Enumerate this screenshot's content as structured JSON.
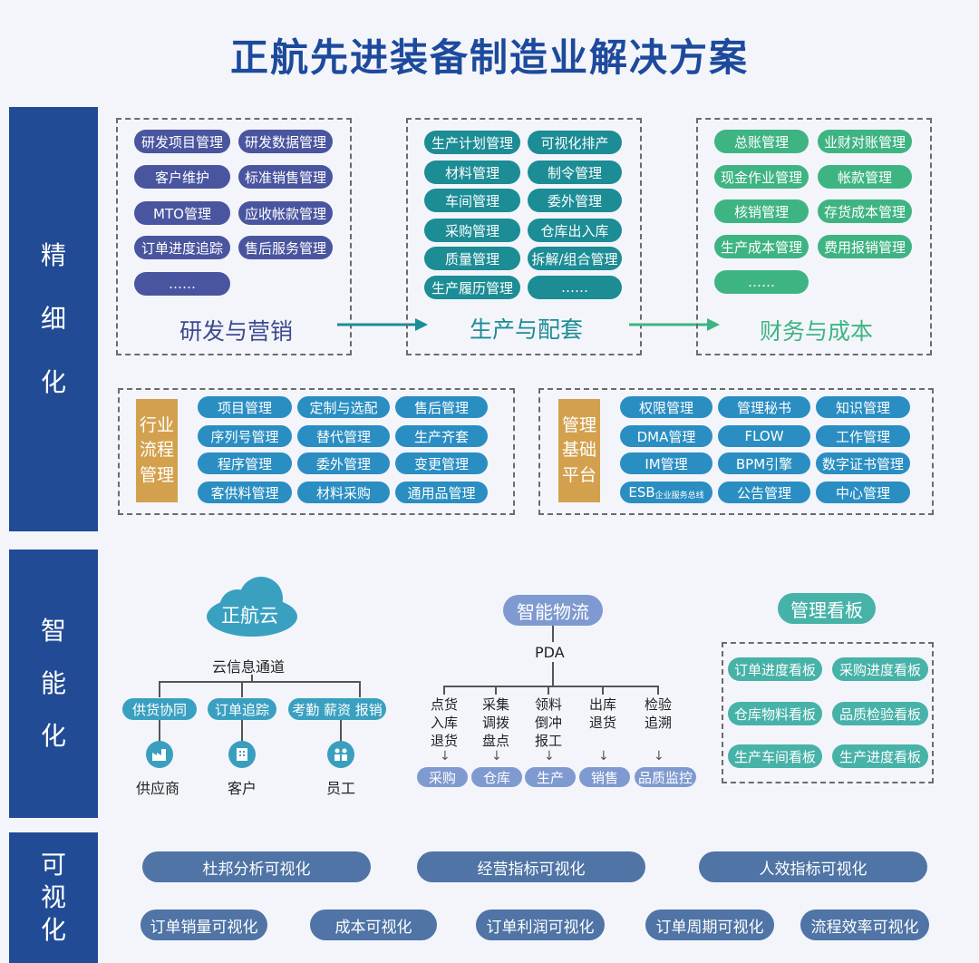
{
  "title": "正航先进装备制造业解决方案",
  "bands": {
    "refine": [
      "精",
      "细",
      "化"
    ],
    "smart": [
      "智",
      "能",
      "化"
    ],
    "visual": [
      "可",
      "视",
      "化"
    ]
  },
  "rd_marketing": {
    "label": "研发与营销",
    "items": [
      "研发项目管理",
      "研发数据管理",
      "客户维护",
      "标准销售管理",
      "MTO管理",
      "应收帐款管理",
      "订单进度追踪",
      "售后服务管理",
      "……"
    ]
  },
  "production": {
    "label": "生产与配套",
    "items": [
      "生产计划管理",
      "可视化排产",
      "材料管理",
      "制令管理",
      "车间管理",
      "委外管理",
      "采购管理",
      "仓库出入库",
      "质量管理",
      "拆解/组合管理",
      "生产履历管理",
      "……"
    ]
  },
  "finance": {
    "label": "财务与成本",
    "items": [
      "总账管理",
      "业财对账管理",
      "现金作业管理",
      "帐款管理",
      "核销管理",
      "存货成本管理",
      "生产成本管理",
      "费用报销管理",
      "……"
    ]
  },
  "industry": {
    "label": [
      "行业",
      "流程",
      "管理"
    ],
    "items": [
      "项目管理",
      "定制与选配",
      "售后管理",
      "序列号管理",
      "替代管理",
      "生产齐套",
      "程序管理",
      "委外管理",
      "变更管理",
      "客供料管理",
      "材料采购",
      "通用品管理"
    ]
  },
  "platform": {
    "label": [
      "管理",
      "基础",
      "平台"
    ],
    "items": [
      "权限管理",
      "管理秘书",
      "知识管理",
      "DMA管理",
      "FLOW",
      "工作管理",
      "IM管理",
      "BPM引擎",
      "数字证书管理",
      "ESB",
      "公告管理",
      "中心管理"
    ],
    "esb_sub": "企业服务总线"
  },
  "cloud": {
    "name": "正航云",
    "channel": "云信息通道",
    "nodes": [
      {
        "label": "供货协同",
        "target": "供应商",
        "icon": "factory-icon"
      },
      {
        "label": "订单追踪",
        "target": "客户",
        "icon": "building-icon"
      },
      {
        "label": "考勤 薪资 报销",
        "target": "员工",
        "icon": "people-icon"
      }
    ]
  },
  "logistics": {
    "name": "智能物流",
    "device": "PDA",
    "columns": [
      {
        "ops": [
          "点货",
          "入库",
          "退货"
        ],
        "dest": "采购"
      },
      {
        "ops": [
          "采集",
          "调拨",
          "盘点"
        ],
        "dest": "仓库"
      },
      {
        "ops": [
          "领料",
          "倒冲",
          "报工"
        ],
        "dest": "生产"
      },
      {
        "ops": [
          "出库",
          "退货"
        ],
        "dest": "销售"
      },
      {
        "ops": [
          "检验",
          "追溯"
        ],
        "dest": "品质监控"
      }
    ]
  },
  "dashboard": {
    "name": "管理看板",
    "items": [
      "订单进度看板",
      "采购进度看板",
      "仓库物料看板",
      "品质检验看板",
      "生产车间看板",
      "生产进度看板"
    ]
  },
  "visualization": {
    "row1": [
      "杜邦分析可视化",
      "经营指标可视化",
      "人效指标可视化"
    ],
    "row2": [
      "订单销量可视化",
      "成本可视化",
      "订单利润可视化",
      "订单周期可视化",
      "流程效率可视化"
    ]
  },
  "colors": {
    "title": "#1d4a9c",
    "band": "#214b94",
    "rd": "#4a559f",
    "production": "#1c8c95",
    "finance": "#3fb483",
    "gold": "#d3a14e"
  }
}
